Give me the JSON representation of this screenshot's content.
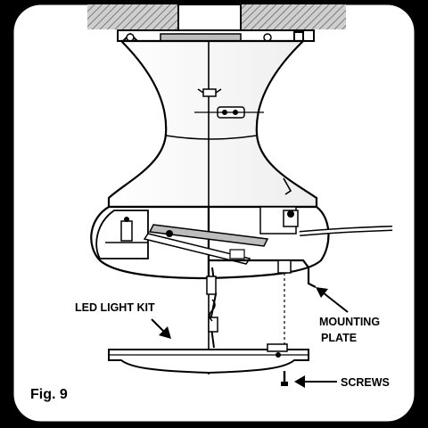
{
  "figure": {
    "label": "Fig. 9"
  },
  "callouts": [
    {
      "id": "led-light-kit",
      "text": "LED LIGHT KIT"
    },
    {
      "id": "mounting-plate-line1",
      "text": "MOUNTING"
    },
    {
      "id": "mounting-plate-line2",
      "text": "PLATE"
    },
    {
      "id": "screws",
      "text": "SCREWS"
    }
  ]
}
